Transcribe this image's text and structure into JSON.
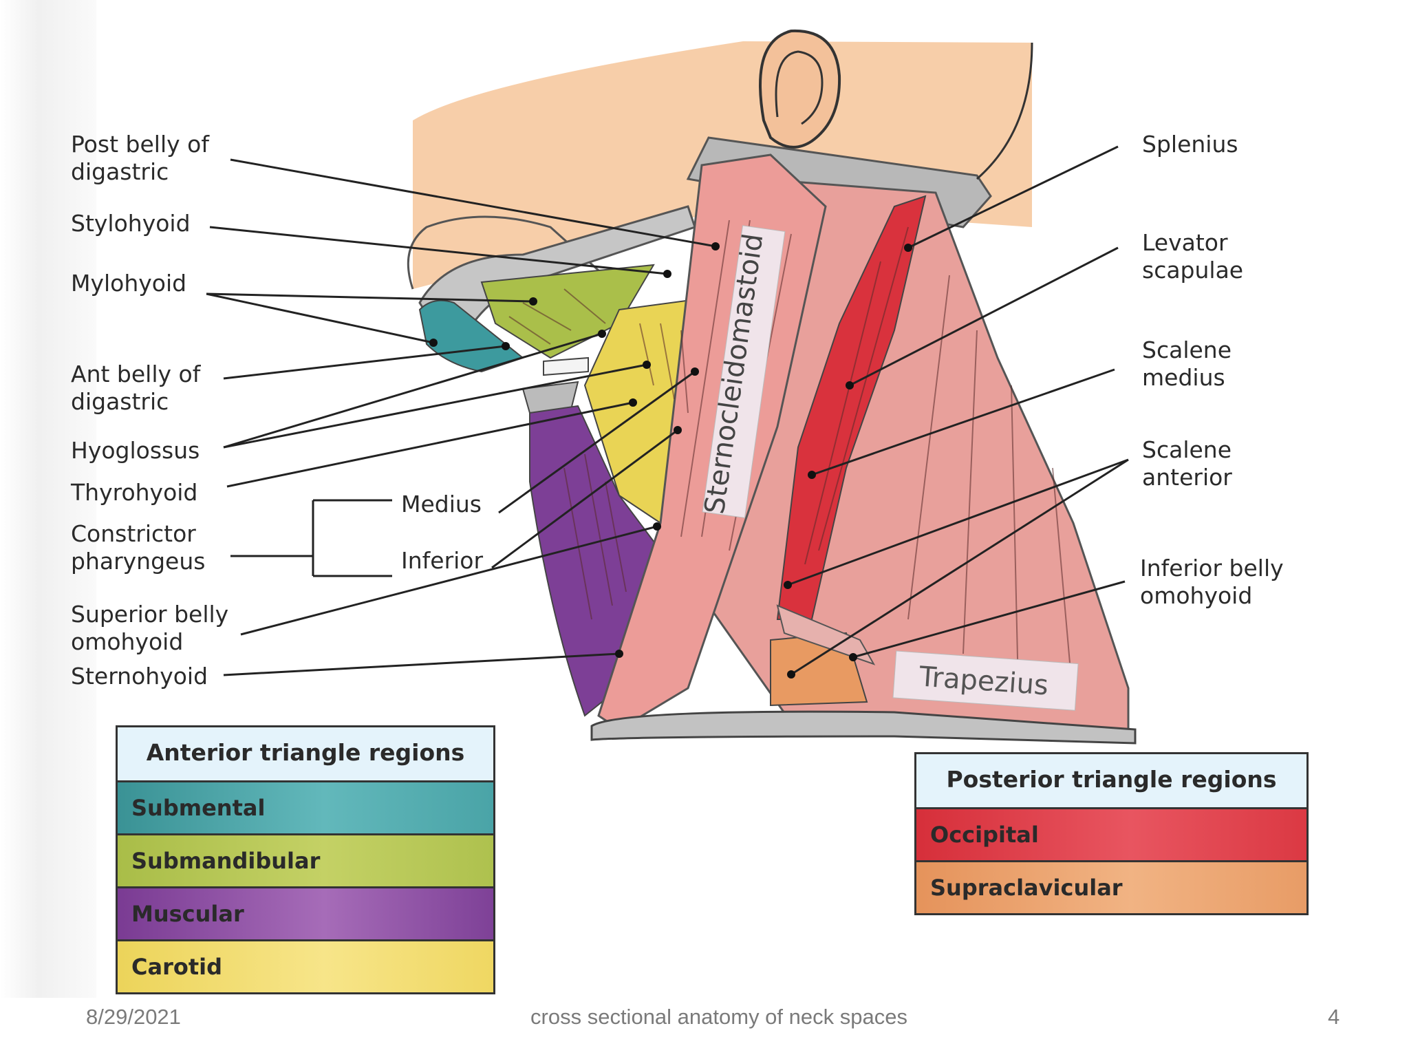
{
  "labels_left": {
    "post_belly_digastric": "Post belly of\ndigastric",
    "stylohyoid": "Stylohyoid",
    "mylohyoid": "Mylohyoid",
    "ant_belly_digastric": "Ant belly of\ndigastric",
    "hyoglossus": "Hyoglossus",
    "thyrohyoid": "Thyrohyoid",
    "constrictor_pharyngeus": "Constrictor\npharyngeus",
    "medius": "Medius",
    "inferior": "Inferior",
    "superior_belly_omohyoid": "Superior belly\nomohyoid",
    "sternohyoid": "Sternohyoid"
  },
  "labels_right": {
    "splenius": "Splenius",
    "levator_scapulae": "Levator\nscapulae",
    "scalene_medius": "Scalene\nmedius",
    "scalene_anterior": "Scalene\nanterior",
    "inferior_belly_omohyoid": "Inferior belly\nomohyoid"
  },
  "muscle_labels": {
    "sternocleidomastoid": "Sternocleidomastoid",
    "trapezius": "Trapezius"
  },
  "anterior_key": {
    "title": "Anterior triangle regions",
    "rows": [
      "Submental",
      "Submandibular",
      "Muscular",
      "Carotid"
    ]
  },
  "posterior_key": {
    "title": "Posterior triangle regions",
    "rows": [
      "Occipital",
      "Supraclavicular"
    ]
  },
  "colors": {
    "submental": "#3d9a9e",
    "submandibular": "#aabf4a",
    "muscular": "#7d3f96",
    "carotid": "#ecd45a",
    "occipital": "#d9323d",
    "supraclavicular": "#e89a62",
    "muscle": "#e8a09b",
    "skin": "#f6c9a0"
  },
  "footer": {
    "date": "8/29/2021",
    "title": "cross sectional anatomy of neck spaces",
    "page": "4"
  }
}
